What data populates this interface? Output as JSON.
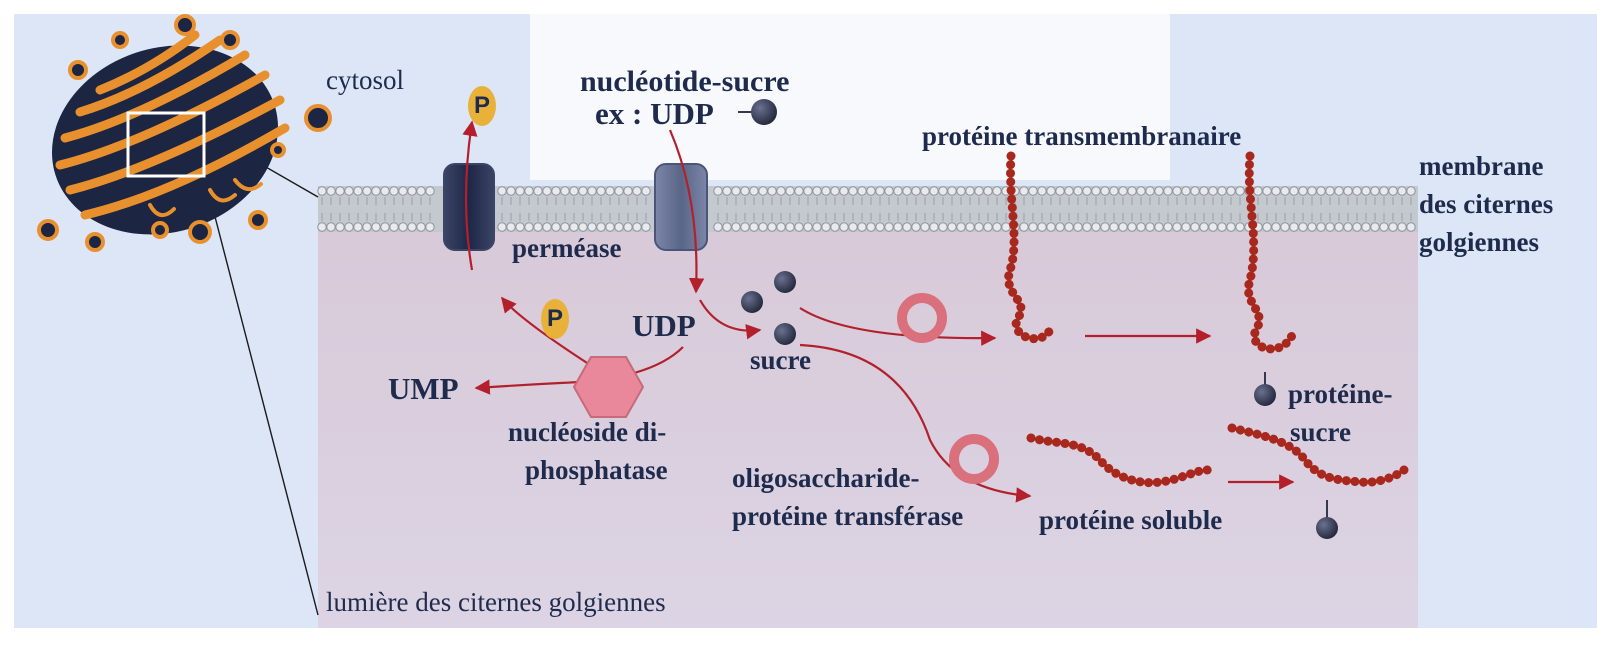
{
  "labels": {
    "cytosol": "cytosol",
    "nucleotide_sugar_line1": "nucléotide-sucre",
    "nucleotide_sugar_line2": "ex : UDP",
    "transmembrane_protein": "protéine transmembranaire",
    "membrane_line1": "membrane",
    "membrane_line2": "des citernes",
    "membrane_line3": "golgiennes",
    "permease": "perméase",
    "phosphate_symbol": "P",
    "udp": "UDP",
    "sugar": "sucre",
    "ump": "UMP",
    "nucleoside_line1": "nucléoside di-",
    "nucleoside_line2": "phosphatase",
    "protein_sugar_line1": "protéine-",
    "protein_sugar_line2": "sucre",
    "transferase_line1": "oligosaccharide-",
    "transferase_line2": "protéine transférase",
    "soluble_protein": "protéine soluble",
    "lumen": "lumière des citernes golgiennes"
  },
  "colors": {
    "background": "#dce6f7",
    "lumen": "#d9cfdf",
    "arrow": "#b3202c",
    "protein_chain": "#a8281e",
    "sugar_ball": "#34394f",
    "phosphate": "#e8b23a",
    "enzyme_hexagon": "#e8889a",
    "enzyme_ring": "#d9707c",
    "golgi_orange": "#e8902e",
    "golgi_dark": "#1c2542",
    "label_text": "#1f2b4d"
  }
}
